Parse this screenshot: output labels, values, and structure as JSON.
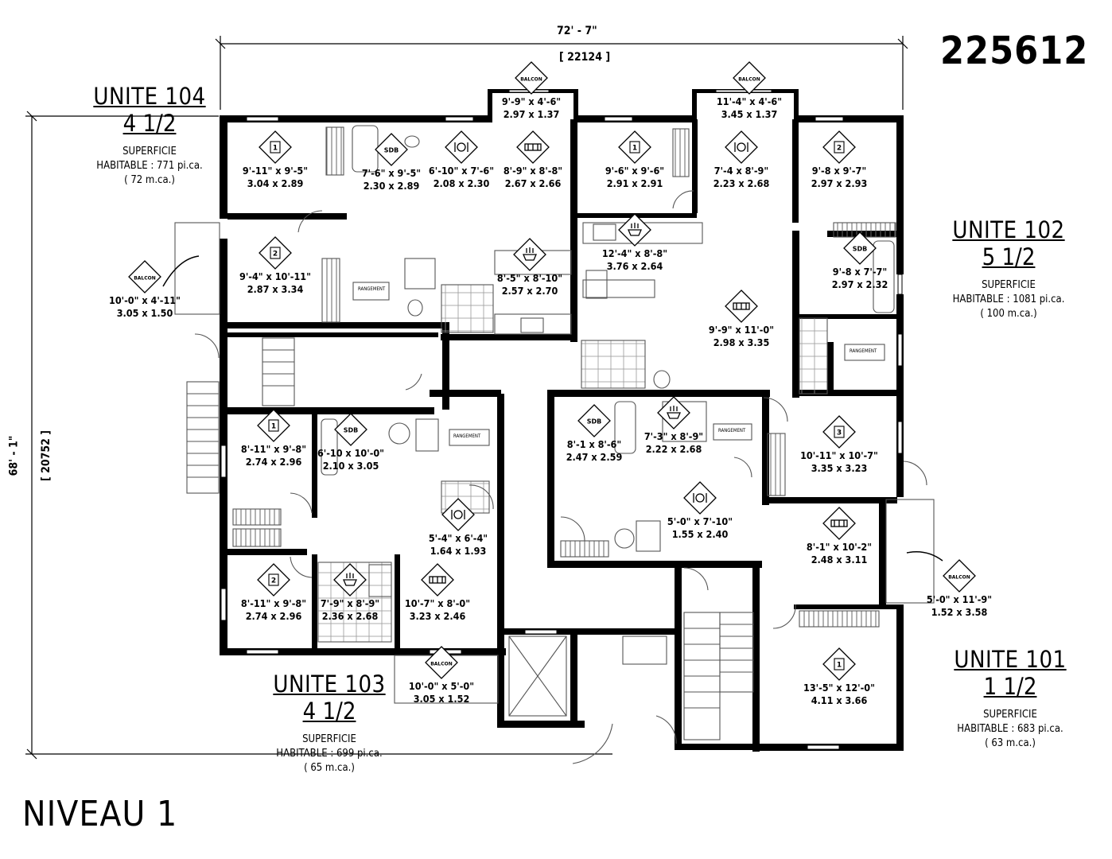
{
  "plan_code": "225612",
  "level": "NIVEAU 1",
  "overall": {
    "width_imperial": "72' - 7\"",
    "width_metric": "[ 22124 ]",
    "height_imperial": "68' - 1\"",
    "height_metric": "[ 20752 ]"
  },
  "units": [
    {
      "name": "UNITE 104",
      "type": "4 1/2",
      "area_label": "SUPERFICIE",
      "area_value": "HABITABLE : 771 pi.ca.",
      "area_metric": "( 72 m.ca.)"
    },
    {
      "name": "UNITE 102",
      "type": "5 1/2",
      "area_label": "SUPERFICIE",
      "area_value": "HABITABLE : 1081 pi.ca.",
      "area_metric": "( 100 m.ca.)"
    },
    {
      "name": "UNITE 103",
      "type": "4 1/2",
      "area_label": "SUPERFICIE",
      "area_value": "HABITABLE : 699 pi.ca.",
      "area_metric": "( 65 m.ca.)"
    },
    {
      "name": "UNITE 101",
      "type": "1 1/2",
      "area_label": "SUPERFICIE",
      "area_value": "HABITABLE : 683 pi.ca.",
      "area_metric": "( 63 m.ca.)"
    }
  ],
  "rooms": [
    {
      "id": "r104-ch1",
      "icon": "bed-1-icon",
      "tag": "1",
      "imperial": "9'-11\" x 9'-5\"",
      "metric": "3.04 x 2.89"
    },
    {
      "id": "r104-sdb",
      "icon": "bath-icon",
      "tag": "SDB",
      "imperial": "7'-6\" x 9'-5\"",
      "metric": "2.30 x 2.89"
    },
    {
      "id": "r104-dining",
      "icon": "dining-icon",
      "tag": "",
      "imperial": "6'-10\" x 7'-6\"",
      "metric": "2.08 x 2.30"
    },
    {
      "id": "r104-living",
      "icon": "sofa-icon",
      "tag": "",
      "imperial": "8'-9\" x 8'-8\"",
      "metric": "2.67 x 2.66"
    },
    {
      "id": "r104-balcon-n",
      "icon": "balcony-icon",
      "tag": "BALCON",
      "imperial": "9'-9\" x 4'-6\"",
      "metric": "2.97 x 1.37"
    },
    {
      "id": "r104-ch2",
      "icon": "bed-2-icon",
      "tag": "2",
      "imperial": "9'-4\" x 10'-11\"",
      "metric": "2.87 x 3.34"
    },
    {
      "id": "r104-kitchen",
      "icon": "kitchen-icon",
      "tag": "",
      "imperial": "8'-5\" x 8'-10\"",
      "metric": "2.57 x 2.70"
    },
    {
      "id": "r104-balcon-w",
      "icon": "balcony-icon",
      "tag": "BALCON",
      "imperial": "10'-0\" x 4'-11\"",
      "metric": "3.05 x 1.50"
    },
    {
      "id": "r102-ch1",
      "icon": "bed-1-icon",
      "tag": "1",
      "imperial": "9'-6\" x 9'-6\"",
      "metric": "2.91 x 2.91"
    },
    {
      "id": "r102-balcon",
      "icon": "balcony-icon",
      "tag": "BALCON",
      "imperial": "11'-4\" x 4'-6\"",
      "metric": "3.45 x 1.37"
    },
    {
      "id": "r102-dining",
      "icon": "dining-icon",
      "tag": "",
      "imperial": "7'-4 x 8'-9\"",
      "metric": "2.23 x 2.68"
    },
    {
      "id": "r102-ch2",
      "icon": "bed-2-icon",
      "tag": "2",
      "imperial": "9'-8 x 9'-7\"",
      "metric": "2.97 x 2.93"
    },
    {
      "id": "r102-kitchen",
      "icon": "kitchen-icon",
      "tag": "",
      "imperial": "12'-4\" x 8'-8\"",
      "metric": "3.76 x 2.64"
    },
    {
      "id": "r102-sdb",
      "icon": "bath-icon",
      "tag": "SDB",
      "imperial": "9'-8 x 7'-7\"",
      "metric": "2.97 x 2.32"
    },
    {
      "id": "r102-living",
      "icon": "sofa-icon",
      "tag": "",
      "imperial": "9'-9\" x 11'-0\"",
      "metric": "2.98 x 3.35"
    },
    {
      "id": "r102-ch3",
      "icon": "bed-3-icon",
      "tag": "3",
      "imperial": "10'-11\" x 10'-7\"",
      "metric": "3.35 x 3.23"
    },
    {
      "id": "r103-ch1",
      "icon": "bed-1-icon",
      "tag": "1",
      "imperial": "8'-11\" x 9'-8\"",
      "metric": "2.74 x 2.96"
    },
    {
      "id": "r103-sdb",
      "icon": "bath-icon",
      "tag": "SDB",
      "imperial": "6'-10 x 10'-0\"",
      "metric": "2.10 x 3.05"
    },
    {
      "id": "r103-dining",
      "icon": "dining-icon",
      "tag": "",
      "imperial": "5'-4\" x 6'-4\"",
      "metric": "1.64 x 1.93"
    },
    {
      "id": "r103-ch2",
      "icon": "bed-2-icon",
      "tag": "2",
      "imperial": "8'-11\" x 9'-8\"",
      "metric": "2.74 x 2.96"
    },
    {
      "id": "r103-kitchen",
      "icon": "kitchen-icon",
      "tag": "",
      "imperial": "7'-9\" x 8'-9\"",
      "metric": "2.36 x 2.68"
    },
    {
      "id": "r103-living",
      "icon": "sofa-icon",
      "tag": "",
      "imperial": "10'-7\" x 8'-0\"",
      "metric": "3.23 x 2.46"
    },
    {
      "id": "r103-balcon",
      "icon": "balcony-icon",
      "tag": "BALCON",
      "imperial": "10'-0\" x 5'-0\"",
      "metric": "3.05 x 1.52"
    },
    {
      "id": "r101-sdb",
      "icon": "bath-icon",
      "tag": "SDB",
      "imperial": "8'-1 x 8'-6\"",
      "metric": "2.47 x 2.59"
    },
    {
      "id": "r101-kitchen",
      "icon": "kitchen-icon",
      "tag": "",
      "imperial": "7'-3\" x 8'-9\"",
      "metric": "2.22 x 2.68"
    },
    {
      "id": "r101-dining",
      "icon": "dining-icon",
      "tag": "",
      "imperial": "5'-0\" x 7'-10\"",
      "metric": "1.55 x 2.40"
    },
    {
      "id": "r101-living",
      "icon": "sofa-icon",
      "tag": "",
      "imperial": "8'-1\" x 10'-2\"",
      "metric": "2.48 x 3.11"
    },
    {
      "id": "r101-balcon",
      "icon": "balcony-icon",
      "tag": "BALCON",
      "imperial": "5'-0\" x 11'-9\"",
      "metric": "1.52 x 3.58"
    },
    {
      "id": "r101-ch1",
      "icon": "bed-1-icon",
      "tag": "1",
      "imperial": "13'-5\" x 12'-0\"",
      "metric": "4.11 x 3.66"
    }
  ],
  "storage_label": "RANGEMENT",
  "colors": {
    "wall": "#000000",
    "fixture": "#555555",
    "background": "#ffffff"
  }
}
